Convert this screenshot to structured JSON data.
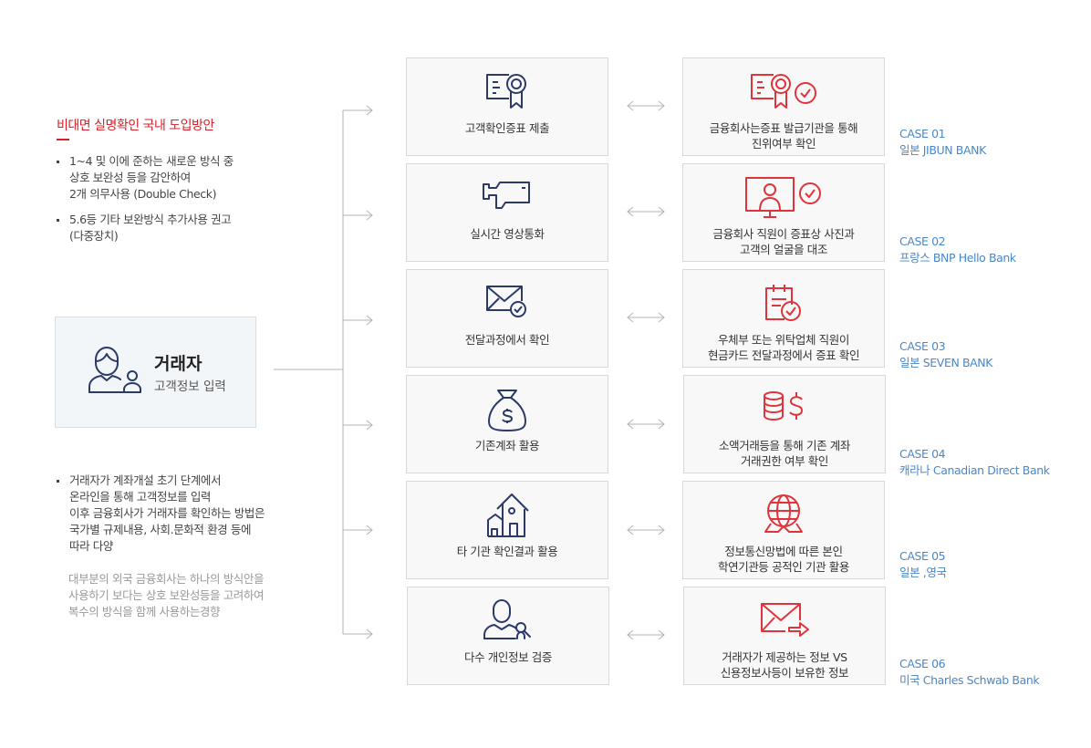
{
  "sidebar": {
    "title": "비대면 실명확인 국내 도입방안",
    "top_bullets": [
      "1~4 및 이에 준하는 새로운 방식 중\n상호 보완성 등을 감안하여\n2개 의무사용 (Double Check)",
      "5.6등 기타 보완방식 추가사용 권고\n(다중장치)"
    ],
    "bottom_bullets": [
      "거래자가 계좌개설 초기 단계에서\n온라인을 통해 고객정보를 입력\n이후 금융회사가 거래자를 확인하는 방법은\n국가별 규제내용, 사회.문화적 환경 등에\n따라 다양"
    ],
    "note": "대부분의 외국 금융회사는 하나의 방식안을\n사용하기 보다는 상호 보완성등을 고려하여\n복수의 방식을 함께 사용하는경향"
  },
  "trader": {
    "title": "거래자",
    "subtitle": "고객정보 입력",
    "icon": "person-user-icon"
  },
  "colors": {
    "accent_red": "#d8202a",
    "case_blue": "#4a87c8",
    "icon_navy": "#2b3a67",
    "icon_red": "#e0343c"
  },
  "rows": [
    {
      "method": {
        "label": "고객확인증표 제출",
        "icon": "certificate-icon"
      },
      "verify": {
        "label": "금융회사는증표 발급기관을 통해\n진위여부 확인",
        "icon": "certificate-check-icon"
      },
      "case": {
        "id": "CASE 01",
        "name": "일본 JIBUN BANK"
      }
    },
    {
      "method": {
        "label": "실시간 영상통화",
        "icon": "video-camera-icon"
      },
      "verify": {
        "label": "금융회사 직원이 증표상 사진과\n고객의 얼굴을 대조",
        "icon": "monitor-person-check-icon"
      },
      "case": {
        "id": "CASE 02",
        "name": "프랑스 BNP Hello Bank"
      }
    },
    {
      "method": {
        "label": "전달과정에서 확인",
        "icon": "mail-check-icon"
      },
      "verify": {
        "label": "우체부 또는 위탁업체 직원이\n현금카드 전달과정에서 증표 확인",
        "icon": "clipboard-check-icon"
      },
      "case": {
        "id": "CASE 03",
        "name": "일본 SEVEN BANK"
      }
    },
    {
      "method": {
        "label": "기존계좌 활용",
        "icon": "money-bag-icon"
      },
      "verify": {
        "label": "소액거래등을 통해 기존 계좌\n거래권한 여부 확인",
        "icon": "coins-dollar-icon"
      },
      "case": {
        "id": "CASE 04",
        "name": "캐라나 Canadian Direct Bank"
      }
    },
    {
      "method": {
        "label": "타 기관 확인결과 활용",
        "icon": "buildings-icon"
      },
      "verify": {
        "label": "정보통신망법에 따른 본인\n학연기관등 공적인 기관 활용",
        "icon": "globe-icon"
      },
      "case": {
        "id": "CASE 05",
        "name": "일본 ,영국"
      }
    },
    {
      "method": {
        "label": "다수 개인정보 검증",
        "icon": "person-search-icon"
      },
      "verify": {
        "label": "거래자가 제공하는 정보 VS\n신용정보사등이 보유한 정보",
        "icon": "mail-forward-icon"
      },
      "case": {
        "id": "CASE 06",
        "name": "미국  Charles Schwab Bank"
      }
    }
  ]
}
